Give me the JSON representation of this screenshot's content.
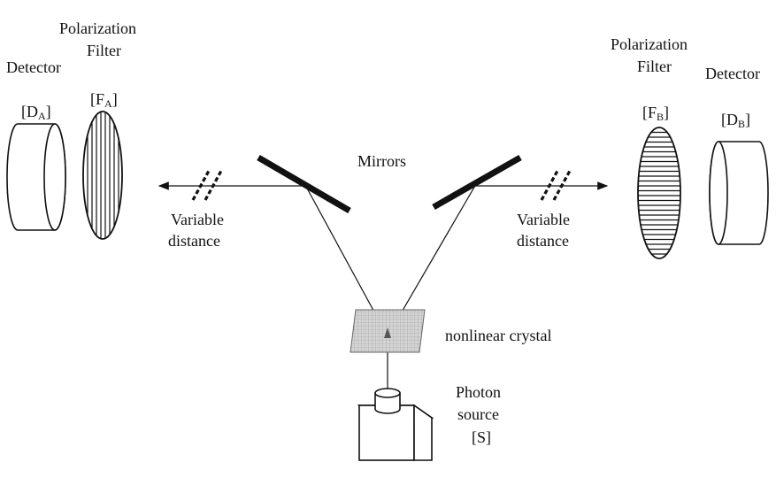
{
  "left": {
    "detector_label": "Detector",
    "detector_tag": "[D",
    "detector_sub": "A",
    "filter_label_line1": "Polarization",
    "filter_label_line2": "Filter",
    "filter_tag": "[F",
    "filter_sub": "A",
    "variable_line1": "Variable",
    "variable_line2": "distance",
    "filter_stripes": "vertical"
  },
  "right": {
    "detector_label": "Detector",
    "detector_tag": "[D",
    "detector_sub": "B",
    "filter_label_line1": "Polarization",
    "filter_label_line2": "Filter",
    "filter_tag": "[F",
    "filter_sub": "B",
    "variable_line1": "Variable",
    "variable_line2": "distance",
    "filter_stripes": "horizontal"
  },
  "mirrors_label": "Mirrors",
  "crystal_label": "nonlinear crystal",
  "source": {
    "line1": "Photon",
    "line2": "source",
    "line3": "[S]"
  },
  "colors": {
    "ink": "#111111",
    "crystal_fill": "#c8c8c8",
    "background": "#ffffff"
  }
}
